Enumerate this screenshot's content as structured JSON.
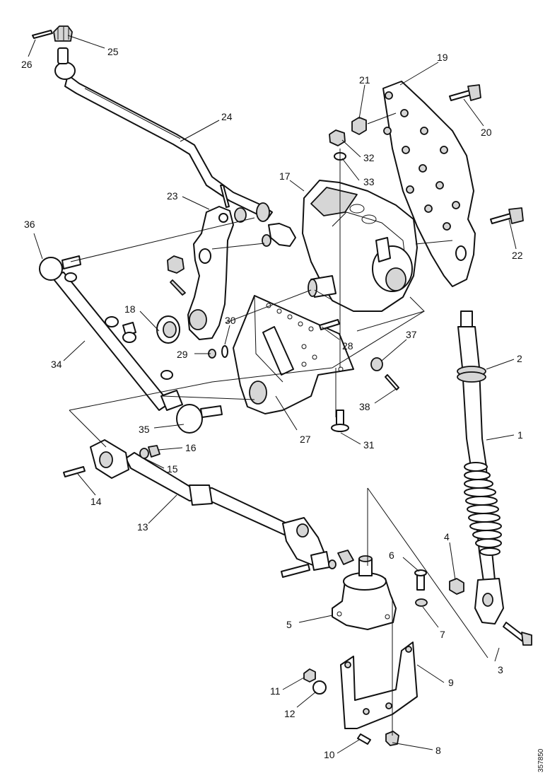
{
  "drawing_number": "357850",
  "callouts": [
    "1",
    "2",
    "3",
    "4",
    "5",
    "6",
    "7",
    "8",
    "9",
    "10",
    "11",
    "12",
    "13",
    "14",
    "15",
    "16",
    "17",
    "18",
    "19",
    "20",
    "21",
    "22",
    "23",
    "24",
    "25",
    "26",
    "27",
    "28",
    "29",
    "30",
    "31",
    "32",
    "33",
    "34",
    "35",
    "36",
    "37",
    "38"
  ]
}
